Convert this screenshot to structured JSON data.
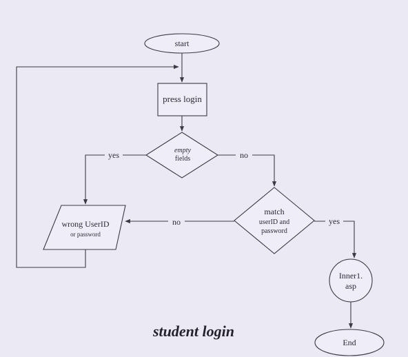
{
  "diagram": {
    "title": "student login",
    "nodes": {
      "start": "start",
      "press_login": "press login",
      "empty_fields": [
        "empty",
        "fields"
      ],
      "match": [
        "match",
        "userID and",
        "password"
      ],
      "wrong": [
        "wrong UserID",
        "or password"
      ],
      "inner": [
        "Inner1.",
        "asp"
      ],
      "end": "End"
    },
    "edge_labels": {
      "empty_yes": "yes",
      "empty_no": "no",
      "match_no": "no",
      "match_yes": "yes"
    }
  }
}
